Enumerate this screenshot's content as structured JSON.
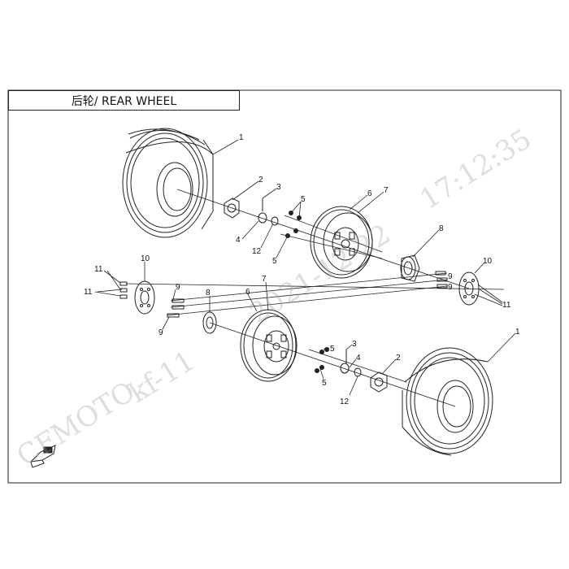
{
  "title": {
    "text": "后轮/ REAR WHEEL"
  },
  "callouts": {
    "c1a": "1",
    "c2a": "2",
    "c3a": "3",
    "c4a": "4",
    "c5a": "5",
    "c5b": "5",
    "c6a": "6",
    "c7a": "7",
    "c8a": "8",
    "c10a": "10",
    "c9a": "9",
    "c9b": "9",
    "c11a": "11",
    "c12a": "12",
    "c11b": "11",
    "c11c": "11",
    "c10b": "10",
    "c9c": "9",
    "c9d": "9",
    "c8b": "8",
    "c6b": "6",
    "c7b": "7",
    "c5c": "5",
    "c5d": "5",
    "c3b": "3",
    "c4b": "4",
    "c2b": "2",
    "c12b": "12",
    "c1b": "1"
  },
  "watermark": {
    "brand": "CFMOTO",
    "user": "kf-11",
    "date": "2021-12-22",
    "time": "17:12:35"
  },
  "colors": {
    "line": "#222222",
    "watermark": "#a0a0a0"
  }
}
